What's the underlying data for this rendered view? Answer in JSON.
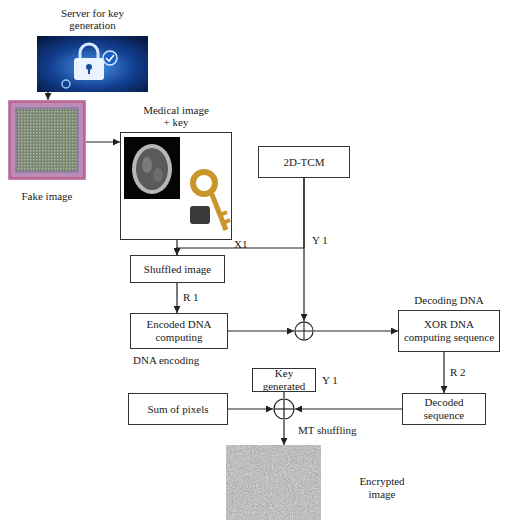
{
  "diagram": {
    "nodes": [
      {
        "text": [
          "Server for key generation"
        ]
      },
      {
        "text": [
          "Fake image"
        ]
      },
      {
        "text": [
          "Medical image + key"
        ]
      },
      {
        "text": [
          "2D-TCM"
        ]
      },
      {
        "text": [
          "Shuffled image"
        ]
      },
      {
        "text": [
          "Encoded DNA computing",
          "DNA encoding"
        ]
      },
      {
        "text": []
      },
      {
        "text": [
          "Decoding DNA",
          "XOR DNA computing sequence"
        ]
      },
      {
        "text": [
          "Decoded sequence"
        ]
      },
      {
        "text": [
          "Sum of pixels"
        ]
      },
      {
        "text": [
          "Key generated"
        ]
      },
      {
        "text": []
      },
      {
        "text": [
          "Encrypted image"
        ]
      }
    ],
    "edges": [
      {
        "from": 0,
        "to": 1,
        "arrow": "to"
      },
      {
        "from": 1,
        "to": 2,
        "arrow": "to"
      },
      {
        "from": 2,
        "to": 4,
        "arrow": "to"
      },
      {
        "from": 3,
        "to": 4,
        "label": "X1",
        "arrow": "to"
      },
      {
        "from": 4,
        "to": 5,
        "label": "R 1",
        "arrow": "to"
      },
      {
        "from": 5,
        "to": 6,
        "arrow": "to"
      },
      {
        "from": 3,
        "to": 6,
        "label": "Y 1",
        "arrow": "to"
      },
      {
        "from": 6,
        "to": 7,
        "arrow": "to"
      },
      {
        "from": 7,
        "to": 8,
        "label": "R 2",
        "arrow": "to"
      },
      {
        "from": 8,
        "to": 11,
        "arrow": "to"
      },
      {
        "from": 9,
        "to": 11,
        "arrow": "to"
      },
      {
        "from": 10,
        "to": 11,
        "arrow": "none"
      },
      {
        "from": 11,
        "to": 12,
        "arrow": "to"
      }
    ],
    "labels": [
      "Y 1",
      "MT shuffling"
    ]
  }
}
